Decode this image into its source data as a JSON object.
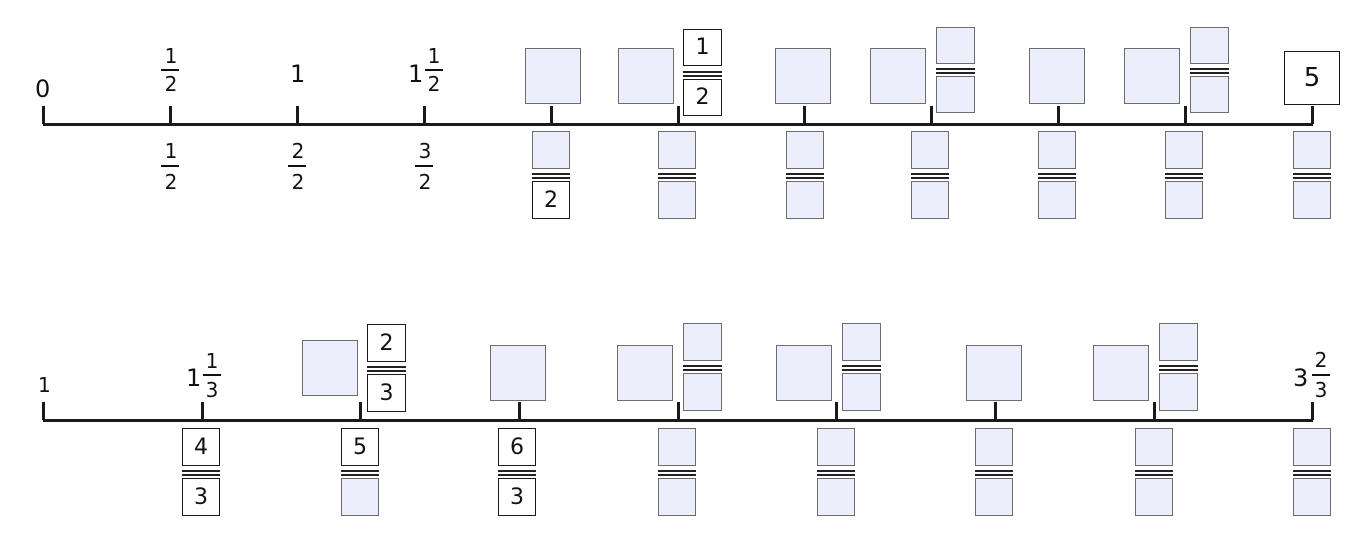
{
  "line1": {
    "top_labels": {
      "zero": "0",
      "half": {
        "num": "1",
        "den": "2"
      },
      "one": "1",
      "one_and_half": {
        "whole": "1",
        "num": "1",
        "den": "2"
      },
      "m5_num": "1",
      "m5_den": "2",
      "end": "5"
    },
    "bottom_fractions": [
      {
        "num": "1",
        "den": "2"
      },
      {
        "num": "2",
        "den": "2"
      },
      {
        "num": "3",
        "den": "2"
      },
      {
        "num": "",
        "den": "2"
      }
    ]
  },
  "line2": {
    "top_labels": {
      "start": "1",
      "one_and_third": {
        "whole": "1",
        "num": "1",
        "den": "3"
      },
      "m3_num": "2",
      "m3_den": "3",
      "end": {
        "whole": "3",
        "num": "2",
        "den": "3"
      }
    },
    "bottom_fractions": [
      {
        "num": "4",
        "den": "3"
      },
      {
        "num": "5",
        "den": ""
      },
      {
        "num": "6",
        "den": "3"
      }
    ]
  }
}
